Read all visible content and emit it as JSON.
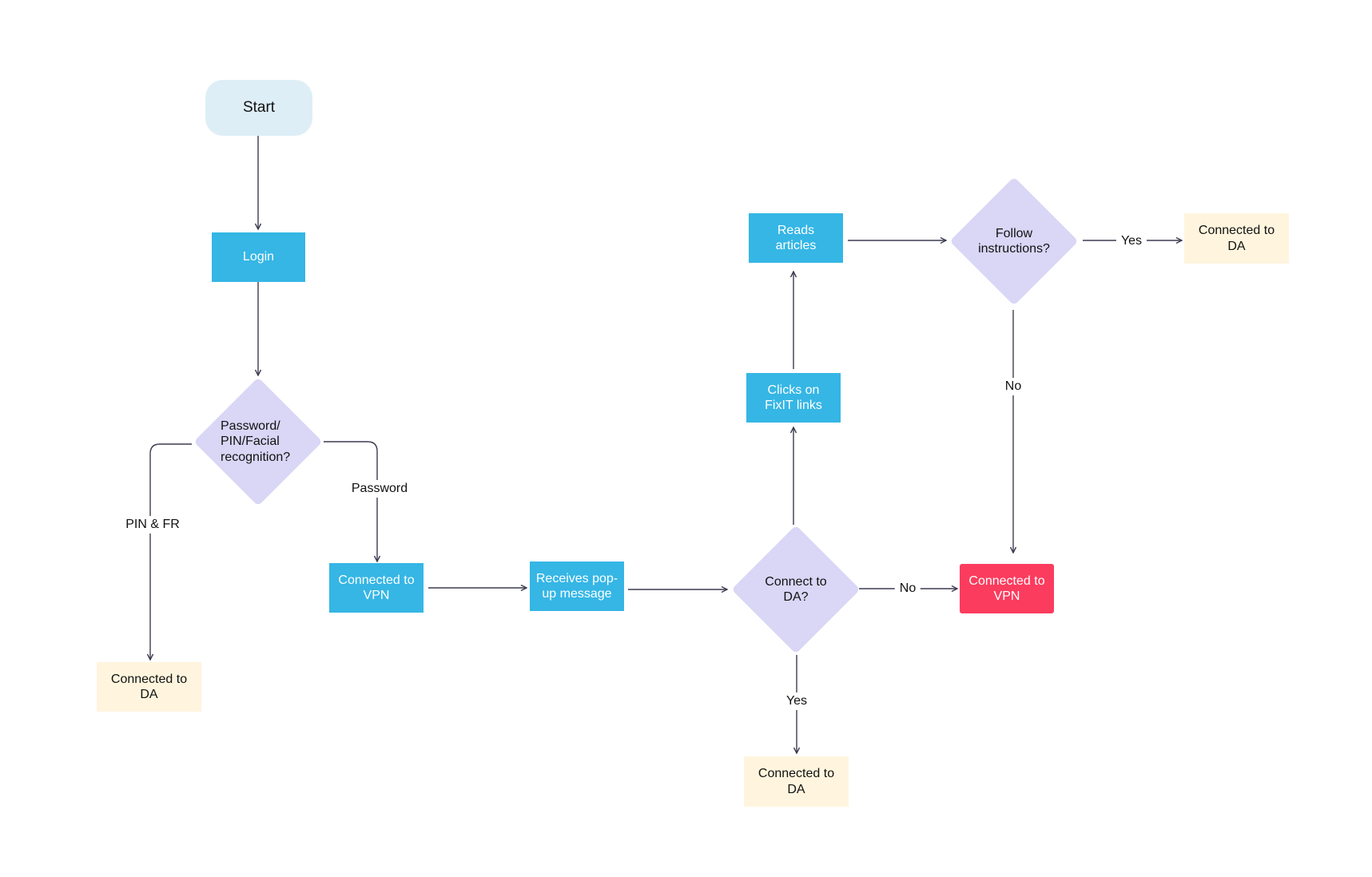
{
  "nodes": {
    "start": "Start",
    "login": "Login",
    "auth_decision": "Password/\nPIN/Facial\nrecognition?",
    "connected_da_left": "Connected to\nDA",
    "connected_vpn": "Connected to\nVPN",
    "receives_popup": "Receives pop-\nup message",
    "connect_da_decision": "Connect to\nDA?",
    "connected_da_bottom": "Connected to\nDA",
    "clicks_fixit": "Clicks on\nFixIT links",
    "reads_articles": "Reads\narticles",
    "follow_decision": "Follow\ninstructions?",
    "connected_da_right": "Connected to\nDA",
    "connected_vpn_red": "Connected to\nVPN"
  },
  "edge_labels": {
    "pin_fr": "PIN & FR",
    "password": "Password",
    "no_connect": "No",
    "yes_connect": "Yes",
    "yes_follow": "Yes",
    "no_follow": "No"
  },
  "colors": {
    "start_fill": "#deeef6",
    "process_fill": "#35b6e5",
    "decision_fill": "#d9d6f6",
    "outcome_fill": "#fff5de",
    "alert_fill": "#fb3c5e",
    "connector": "#3c3c50"
  }
}
